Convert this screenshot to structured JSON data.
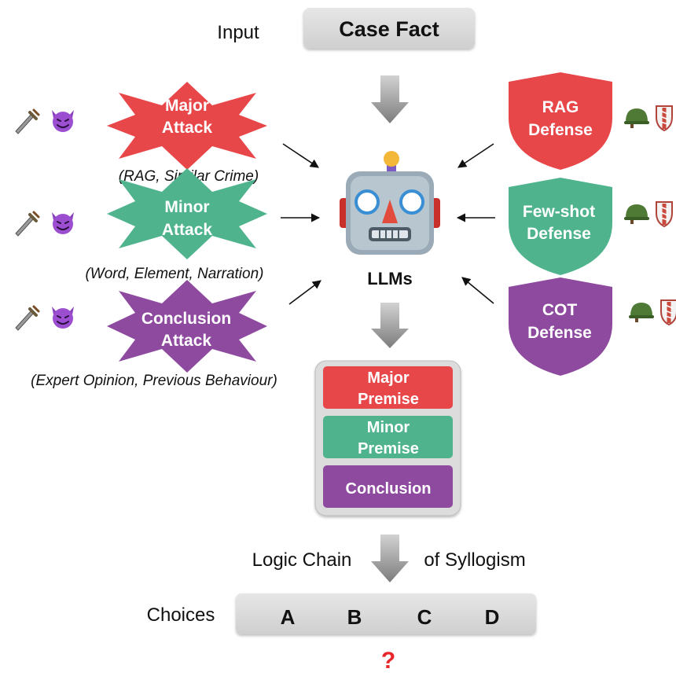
{
  "input": {
    "label": "Input",
    "box_text": "Case Fact"
  },
  "attacks": [
    {
      "line1": "Major",
      "line2": "Attack",
      "subtitle": "(RAG, Similar Crime)",
      "color": "#E8474A"
    },
    {
      "line1": "Minor",
      "line2": "Attack",
      "subtitle": "(Word, Element, Narration)",
      "color": "#4FB48E"
    },
    {
      "line1": "Conclusion",
      "line2": "Attack",
      "subtitle": "(Expert Opinion, Previous Behaviour)",
      "color": "#8E4A9F"
    }
  ],
  "defenses": [
    {
      "line1": "RAG",
      "line2": "Defense",
      "color": "#E8474A"
    },
    {
      "line1": "Few-shot",
      "line2": "Defense",
      "color": "#4FB48E"
    },
    {
      "line1": "COT",
      "line2": "Defense",
      "color": "#8E4A9F"
    }
  ],
  "llm": {
    "label": "LLMs"
  },
  "syllogism": {
    "major": {
      "line1": "Major",
      "line2": "Premise",
      "color": "#E8474A"
    },
    "minor": {
      "line1": "Minor",
      "line2": "Premise",
      "color": "#4FB48E"
    },
    "conclusion": {
      "label": "Conclusion",
      "color": "#8E4A9F"
    }
  },
  "chain": {
    "left": "Logic Chain",
    "right": "of Syllogism"
  },
  "choices": {
    "label": "Choices",
    "options": [
      "A",
      "B",
      "C",
      "D"
    ]
  },
  "question_mark": "?",
  "icons": {
    "attack": [
      "dagger-icon",
      "devil-face-icon"
    ],
    "defense": [
      "helmet-icon",
      "shield-icon"
    ],
    "model": "robot-icon"
  },
  "colors": {
    "box_gray": "#D9D9D9",
    "arrow_gray": "#8C8C8C",
    "question": "#E8262A"
  }
}
